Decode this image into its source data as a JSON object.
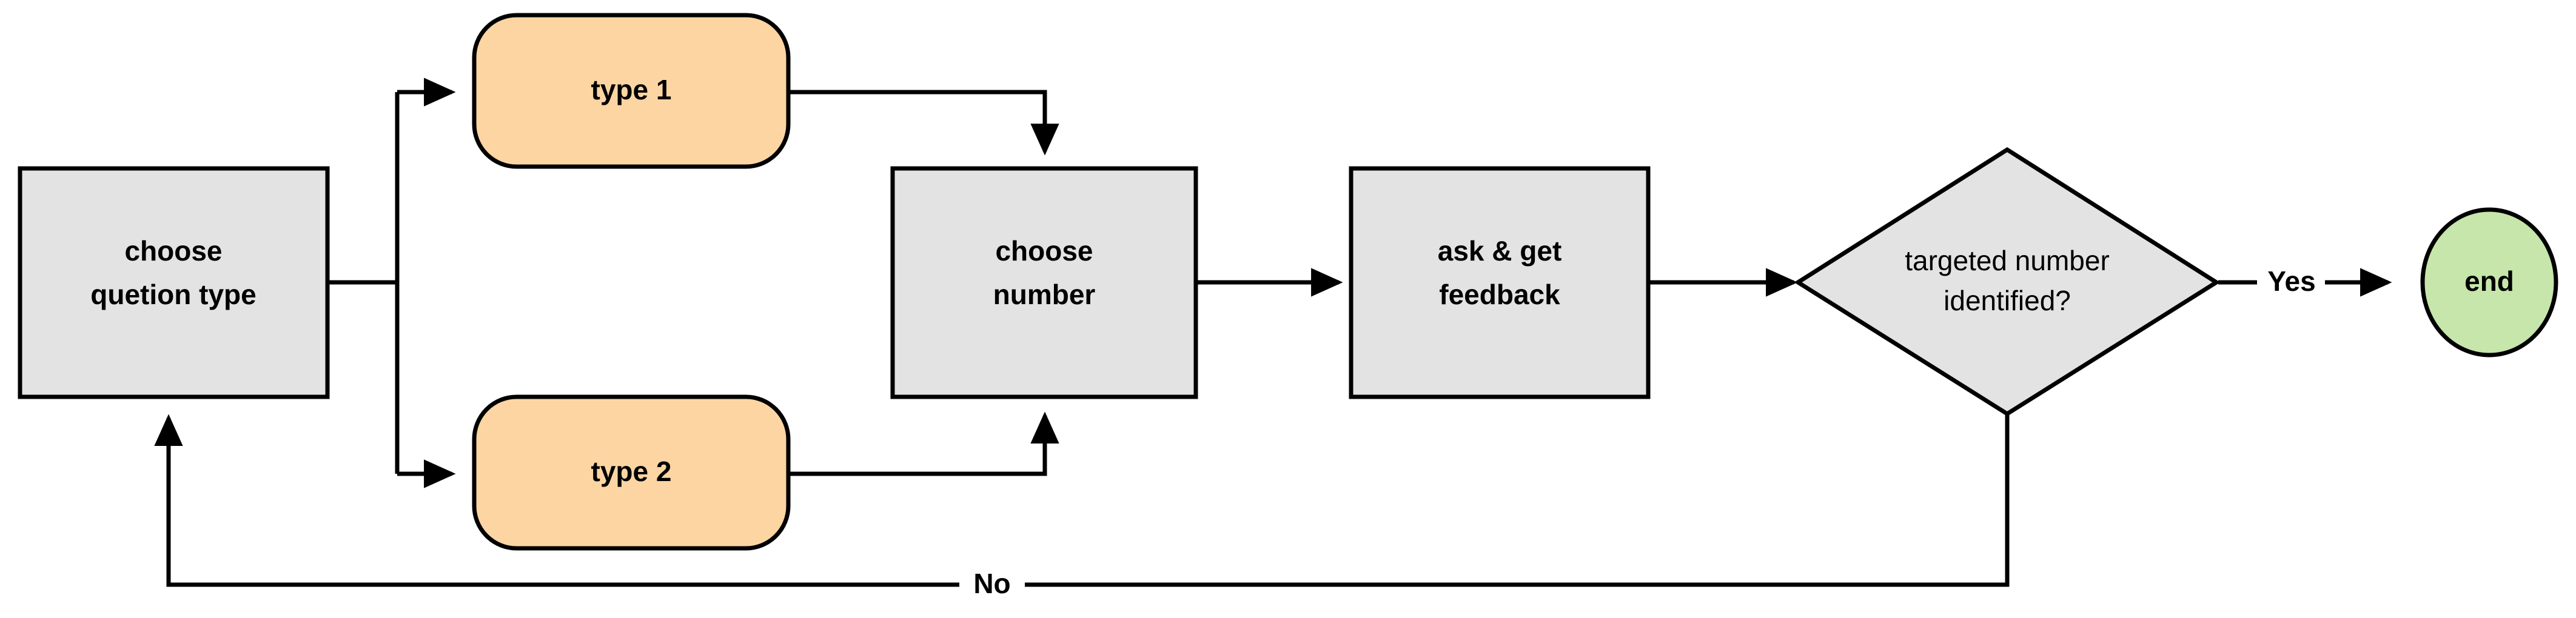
{
  "diagram": {
    "type": "flowchart",
    "title": "",
    "background_color": "#ffffff",
    "colors": {
      "process_fill": "#e3e3e3",
      "decision_fill": "#e3e3e3",
      "rounded_fill": "#fcd5a3",
      "terminal_fill": "#c6e6ac",
      "stroke": "#000000",
      "text": "#000000"
    },
    "nodes": [
      {
        "id": "choose-question-type",
        "shape": "process",
        "label_line1": "choose",
        "label_line2": "quetion type"
      },
      {
        "id": "type-1",
        "shape": "rounded",
        "label_line1": "type 1",
        "label_line2": ""
      },
      {
        "id": "type-2",
        "shape": "rounded",
        "label_line1": "type 2",
        "label_line2": ""
      },
      {
        "id": "choose-number",
        "shape": "process",
        "label_line1": "choose",
        "label_line2": "number"
      },
      {
        "id": "ask-get-feedback",
        "shape": "process",
        "label_line1": "ask & get",
        "label_line2": "feedback"
      },
      {
        "id": "targeted-number-identified",
        "shape": "decision",
        "label_line1": "targeted number",
        "label_line2": "identified?"
      },
      {
        "id": "end",
        "shape": "terminal",
        "label_line1": "end",
        "label_line2": ""
      }
    ],
    "edges": [
      {
        "id": "e-type1",
        "from": "choose-question-type",
        "to": "type-1",
        "label": ""
      },
      {
        "id": "e-type2",
        "from": "choose-question-type",
        "to": "type-2",
        "label": ""
      },
      {
        "id": "e-type1-number",
        "from": "type-1",
        "to": "choose-number",
        "label": ""
      },
      {
        "id": "e-type2-number",
        "from": "type-2",
        "to": "choose-number",
        "label": ""
      },
      {
        "id": "e-number-ask",
        "from": "choose-number",
        "to": "ask-get-feedback",
        "label": ""
      },
      {
        "id": "e-ask-decision",
        "from": "ask-get-feedback",
        "to": "targeted-number-identified",
        "label": ""
      },
      {
        "id": "e-yes",
        "from": "targeted-number-identified",
        "to": "end",
        "label": "Yes"
      },
      {
        "id": "e-no",
        "from": "targeted-number-identified",
        "to": "choose-question-type",
        "label": "No"
      }
    ]
  }
}
